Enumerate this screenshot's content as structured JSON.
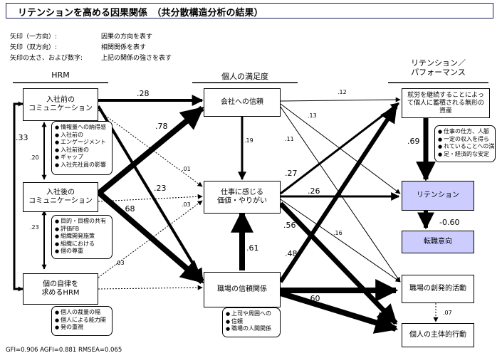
{
  "title": "リテンションを高める因果関係　（共分散構造分析の結果）",
  "legend": [
    {
      "key": "矢印（一方向）:",
      "value": "因果の方向を表す"
    },
    {
      "key": "矢印（双方向）:",
      "value": "相関関係を表す"
    },
    {
      "key": "矢印の太さ、および数字:",
      "value": "上記の関係の強さを表す"
    }
  ],
  "headers": {
    "hrm": "HRM",
    "satisfaction": "個人の満足度",
    "retention": "リテンション／\nパフォーマンス"
  },
  "boxes": {
    "pre_comm": "入社前の\nコミュニケーション",
    "post_comm": "入社後の\nコミュニケーション",
    "autonomy": "個の自律を\n求めるHRM",
    "trust_company": "会社への信頼",
    "work_value": "仕事に感じる\n価値・やりがい",
    "trust_workplace": "職場の信頼関係",
    "intangible": "就労を継続することによって個人に蓄積される無形の資産",
    "retention": "リテンション",
    "turnover": "転職意向",
    "creative": "職場の創発的活動",
    "initiative": "個人の主体的行動"
  },
  "notes": {
    "pre_comm": [
      "情報量への納得感",
      "入社前の",
      "エンゲージメント",
      "入社前後の",
      "ギャップ",
      "入社先社員の影響"
    ],
    "post_comm": [
      "目的・目標の共有",
      "評価FB",
      "組織開発施策",
      "組織における",
      "個の尊重"
    ],
    "autonomy": [
      "個人の裁量の幅",
      "個人による能力開",
      "発の重視"
    ],
    "trust_workplace": [
      "上司や周囲への",
      "信頼",
      "職場の人間関係"
    ],
    "intangible": [
      "仕事の仕方、人脈",
      "一定の収入を得ら",
      "れていることへの満",
      "足・経済的な安定"
    ]
  },
  "coefficients": {
    "pre_to_company": ".28",
    "pre_to_value": ".01",
    "pre_to_workplace": ".23",
    "post_to_company": ".78",
    "post_to_workplace": ".68",
    "post_to_value": ".03",
    "auto_to_value": ".03",
    "corr_pre_post": ".20",
    "corr_post_auto": ".23",
    "corr_pre_auto": ".33",
    "company_to_value": ".19",
    "company_to_intangible": ".12",
    "company_to_retention": ".13",
    "company_to_creative": ".11",
    "workplace_to_value": ".61",
    "value_to_intangible": ".27",
    "value_to_retention": ".26",
    "value_to_creative": ".16",
    "value_to_initiative": ".56",
    "workplace_to_intangible": ".48",
    "workplace_to_initiative": ".60",
    "intangible_to_retention": ".69",
    "retention_to_turnover": "-0.60",
    "creative_to_initiative": ".07"
  },
  "fit_indices": "GFI=0.906  AGFI=0.881  RMSEA=0.065"
}
